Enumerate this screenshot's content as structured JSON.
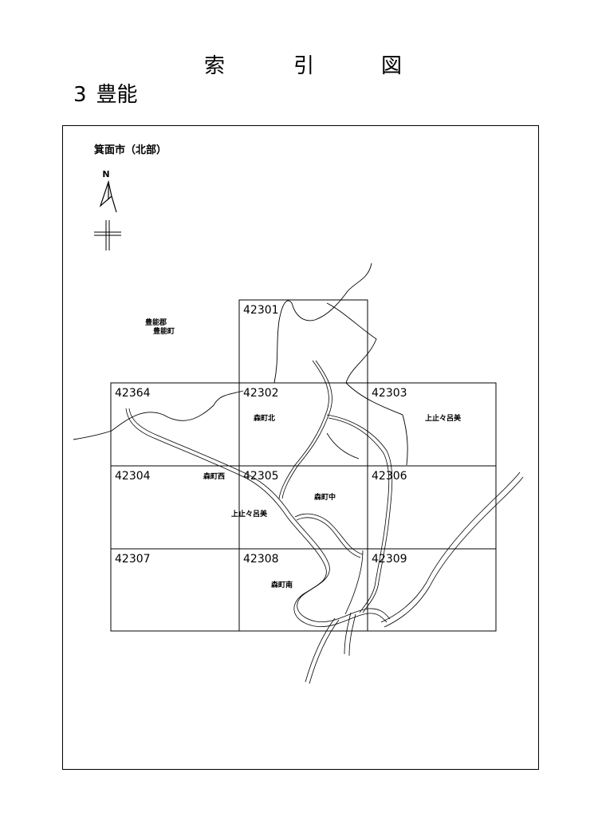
{
  "title_chars": [
    "索",
    "引",
    "図"
  ],
  "section": {
    "number": "3",
    "name": "豊能"
  },
  "city_label": "箕面市（北部）",
  "north_label": "N",
  "sheets": [
    {
      "id": "42301",
      "row": 0,
      "col": 1
    },
    {
      "id": "42364",
      "row": 1,
      "col": 0
    },
    {
      "id": "42302",
      "row": 1,
      "col": 1
    },
    {
      "id": "42303",
      "row": 1,
      "col": 2
    },
    {
      "id": "42304",
      "row": 2,
      "col": 0
    },
    {
      "id": "42305",
      "row": 2,
      "col": 1
    },
    {
      "id": "42306",
      "row": 2,
      "col": 2
    },
    {
      "id": "42307",
      "row": 3,
      "col": 0
    },
    {
      "id": "42308",
      "row": 3,
      "col": 1
    },
    {
      "id": "42309",
      "row": 3,
      "col": 2
    }
  ],
  "places": [
    {
      "name": "豊能郡",
      "key": "toyono-gun"
    },
    {
      "name": "豊能町",
      "key": "toyono-cho"
    },
    {
      "name": "森町北",
      "key": "morimachi-kita"
    },
    {
      "name": "上止々呂美",
      "key": "kami-todoromi-1"
    },
    {
      "name": "森町西",
      "key": "morimachi-nishi"
    },
    {
      "name": "森町中",
      "key": "morimachi-naka"
    },
    {
      "name": "上止々呂美",
      "key": "kami-todoromi-2"
    },
    {
      "name": "森町南",
      "key": "morimachi-minami"
    }
  ]
}
